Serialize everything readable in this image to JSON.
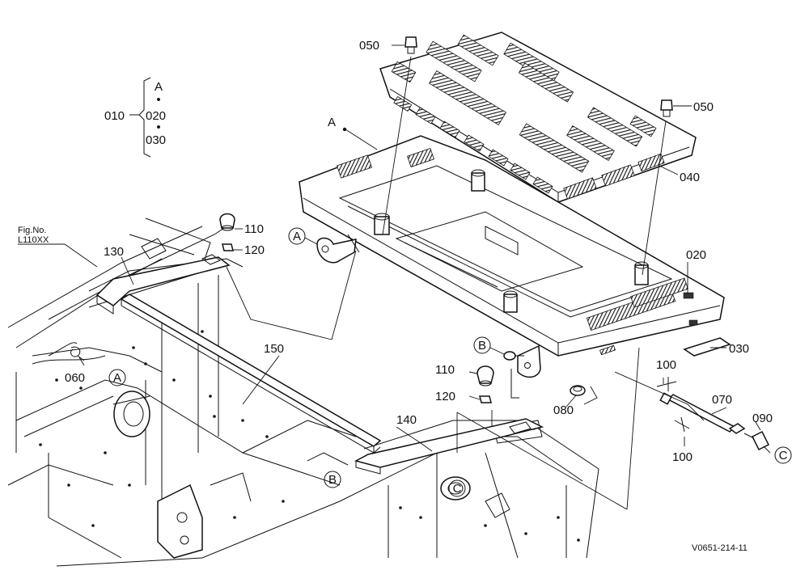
{
  "callouts": {
    "p010": "010",
    "p020": "020",
    "p020b": "020",
    "p030": "030",
    "p030b": "030",
    "p040": "040",
    "p050a": "050",
    "p050b": "050",
    "p060": "060",
    "p070": "070",
    "p080": "080",
    "p090": "090",
    "p100a": "100",
    "p100b": "100",
    "p110a": "110",
    "p110b": "110",
    "p120a": "120",
    "p120b": "120",
    "p130": "130",
    "p140": "140",
    "p150": "150"
  },
  "set_legend": {
    "top": "A",
    "dot": "•"
  },
  "marks": {
    "a_label": "A",
    "a_circle1": "A",
    "a_circle2": "A",
    "b_circle1": "B",
    "b_circle2": "B",
    "c_circle1": "C",
    "c_circle2": "C"
  },
  "figref": {
    "line1": "Fig.No.",
    "line2": "L110XX"
  },
  "drawing_code": "V0651-214-11"
}
